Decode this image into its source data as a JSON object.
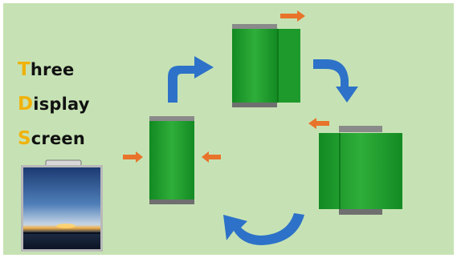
{
  "title": {
    "lines": [
      {
        "initial": "T",
        "rest": "hree"
      },
      {
        "initial": "D",
        "rest": "isplay"
      },
      {
        "initial": "S",
        "rest": "creen"
      }
    ]
  },
  "colors": {
    "background": "#c6e2b4",
    "accent_letter": "#f1b20a",
    "screen_green": "#1e9a2c",
    "screen_green_light": "#3fbf47",
    "frame": "#8a8a8a",
    "cycle_arrow": "#2d72c8",
    "push_arrow": "#e8732a"
  },
  "icons": [
    "cycle-arrow-icon",
    "push-arrow-icon",
    "phone-photo-icon"
  ]
}
